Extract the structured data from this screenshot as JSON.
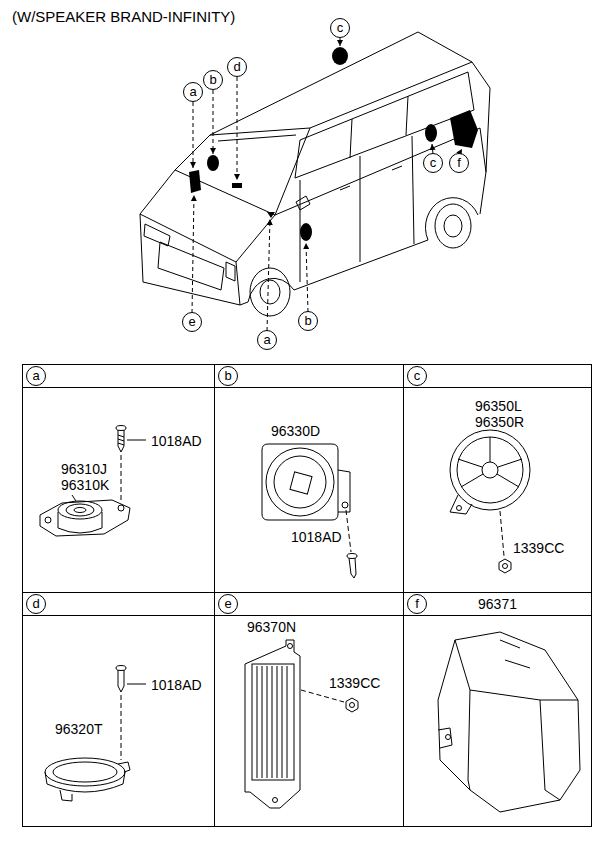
{
  "diagram": {
    "title": "(W/SPEAKER BRAND-INFINITY)",
    "nodes": [
      {
        "text": [
          "c"
        ]
      },
      {
        "text": [
          "d"
        ]
      },
      {
        "text": [
          "b"
        ]
      },
      {
        "text": [
          "a"
        ]
      },
      {
        "text": [
          "c"
        ]
      },
      {
        "text": [
          "f"
        ]
      },
      {
        "text": [
          "b"
        ]
      },
      {
        "text": [
          "e"
        ]
      },
      {
        "text": [
          "a"
        ]
      },
      {
        "text": [
          "1018AD",
          "96310J",
          "96310K"
        ]
      },
      {
        "text": [
          "a"
        ],
        "in": 9
      },
      {
        "text": [
          "96330D",
          "1018AD"
        ]
      },
      {
        "text": [
          "b"
        ],
        "in": 11
      },
      {
        "text": [
          "96350L",
          "96350R",
          "1339CC"
        ]
      },
      {
        "text": [
          "c"
        ],
        "in": 13
      },
      {
        "text": [
          "1018AD",
          "96320T"
        ]
      },
      {
        "text": [
          "d"
        ],
        "in": 15
      },
      {
        "text": [
          "96370N",
          "1339CC"
        ]
      },
      {
        "text": [
          "e"
        ],
        "in": 17
      },
      {
        "text": [
          "96371"
        ]
      },
      {
        "text": [
          "f"
        ],
        "in": 19
      }
    ]
  }
}
